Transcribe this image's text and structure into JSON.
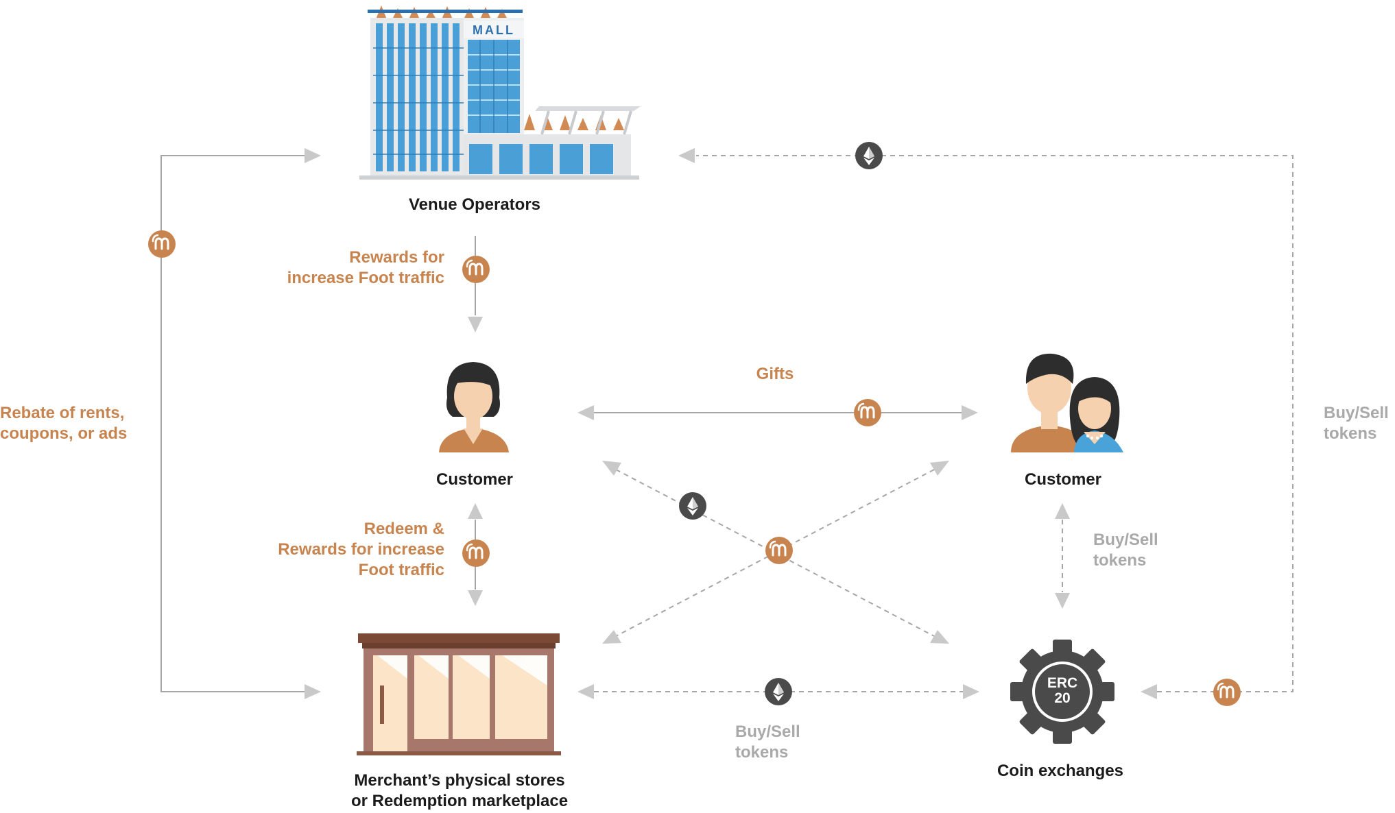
{
  "nodes": {
    "venue_operators": "Venue Operators",
    "customer_left": "Customer",
    "customer_right": "Customer",
    "merchant": "Merchant’s physical stores\nor Redemption marketplace",
    "exchanges": "Coin exchanges"
  },
  "building_sign": "MALL",
  "gear_text": {
    "line1": "ERC",
    "line2": "20"
  },
  "edge_labels": {
    "rewards_top": "Rewards for\nincrease Foot traffic",
    "redeem": "Redeem &\nRewards for increase\nFoot traffic",
    "rebate": "Rebate of rents,\ncoupons, or ads",
    "gifts": "Gifts",
    "buy_sell_right": "Buy/Sell\ntokens",
    "buy_sell_mid": "Buy/Sell\ntokens",
    "buy_sell_bottom": "Buy/Sell\ntokens"
  },
  "colors": {
    "token_orange": "#c8844f",
    "eth_dark": "#4a4a4a",
    "line_grey": "#a6a6a6",
    "arrow_grey": "#c9c9c9",
    "building_blue": "#4a9fd6",
    "store_brown": "#8a5a45"
  },
  "icons": {
    "token": "mall-coin-icon",
    "eth": "ethereum-icon",
    "gear": "gear-icon"
  }
}
